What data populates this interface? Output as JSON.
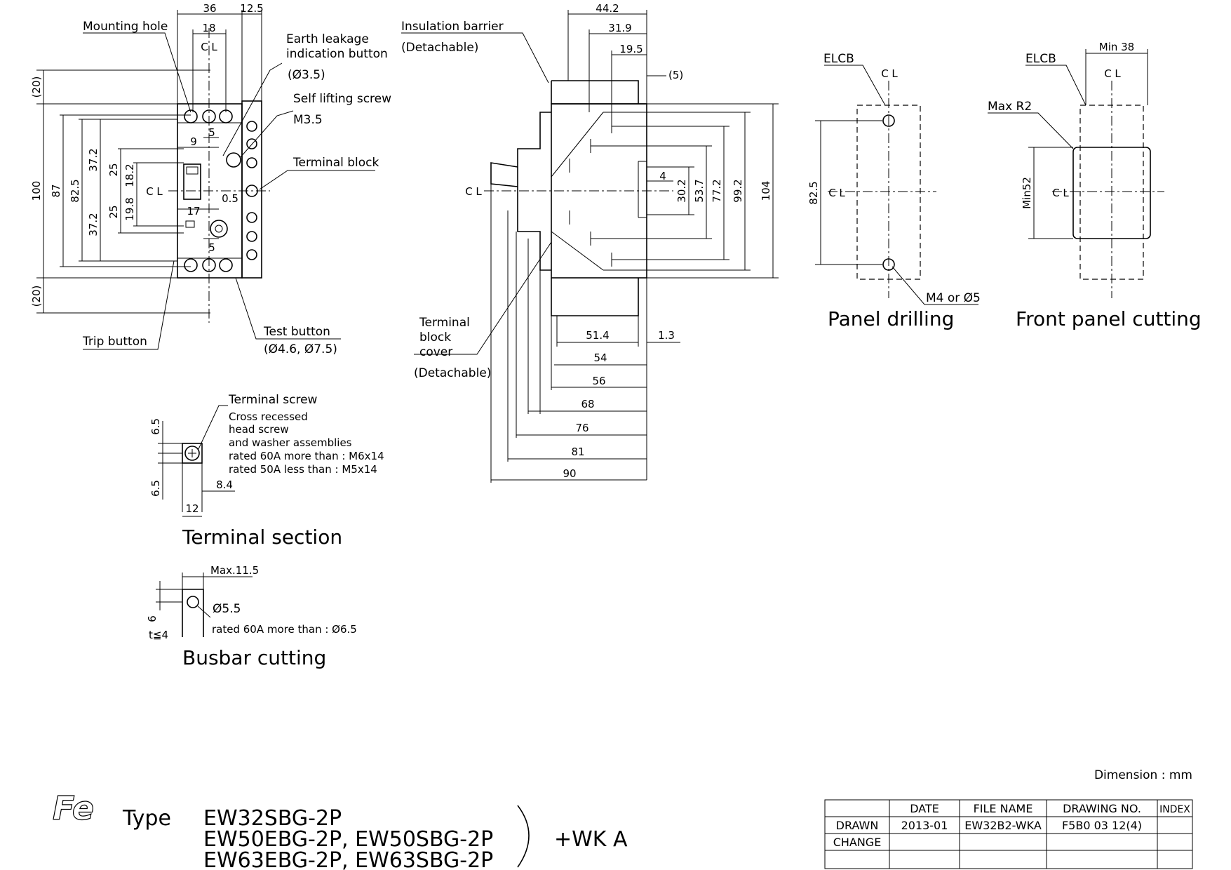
{
  "front_view": {
    "dims_top": [
      "36",
      "12.5",
      "18",
      "5",
      "9",
      "17",
      "0.5",
      "5"
    ],
    "dims_left": [
      "(20)",
      "100",
      "87",
      "82.5",
      "37.2",
      "25",
      "18.2",
      "19.8",
      "25",
      "37.2",
      "(20)"
    ],
    "cl": "C L",
    "labels": {
      "mounting_hole": "Mounting hole",
      "earth_leakage_1": "Earth leakage",
      "earth_leakage_2": "indication button",
      "earth_leakage_3": "(Ø3.5)",
      "self_lifting_1": "Self lifting screw",
      "self_lifting_2": "M3.5",
      "terminal_block": "Terminal block",
      "trip_button": "Trip button",
      "test_button_1": "Test button",
      "test_button_2": "(Ø4.6, Ø7.5)"
    }
  },
  "side_view": {
    "dims_top": [
      "44.2",
      "31.9",
      "19.5",
      "(5)"
    ],
    "dims_right": [
      "4",
      "30.2",
      "53.7",
      "77.2",
      "99.2",
      "104"
    ],
    "dims_bottom": [
      "51.4",
      "1.3",
      "54",
      "56",
      "68",
      "76",
      "81",
      "90"
    ],
    "cl": "C L",
    "labels": {
      "insulation_1": "Insulation barrier",
      "insulation_2": "(Detachable)",
      "tbc_1": "Terminal",
      "tbc_2": "block",
      "tbc_3": "cover",
      "tbc_4": "(Detachable)"
    }
  },
  "panel_drilling": {
    "elcb": "ELCB",
    "cl": "C L",
    "dim": "82.5",
    "hole": "M4 or Ø5",
    "title": "Panel drilling"
  },
  "front_panel_cutting": {
    "elcb": "ELCB",
    "cl": "C L",
    "min38": "Min 38",
    "maxr2": "Max R2",
    "min52": "Min52",
    "title": "Front panel cutting"
  },
  "terminal_section": {
    "screw_1": "Terminal screw",
    "screw_2": "Cross recessed",
    "screw_3": "head screw",
    "screw_4": "and washer assemblies",
    "screw_5": "rated 60A more than : M6x14",
    "screw_6": "rated 50A less than : M5x14",
    "dims": [
      "6.5",
      "6.5",
      "8.4",
      "12"
    ],
    "title": "Terminal section"
  },
  "busbar_cutting": {
    "maxw": "Max.11.5",
    "hole": "Ø5.5",
    "rated": "rated 60A more than : Ø6.5",
    "d6": "6",
    "t": "t≦4",
    "title": "Busbar cutting"
  },
  "dimension_note": "Dimension : mm",
  "type_block": {
    "logo": "Fe",
    "type_label": "Type",
    "line1": "EW32SBG-2P",
    "line2": "EW50EBG-2P, EW50SBG-2P",
    "line3": "EW63EBG-2P, EW63SBG-2P",
    "suffix": "+WK A"
  },
  "title_block": {
    "headers": [
      "DATE",
      "FILE NAME",
      "DRAWING NO.",
      "INDEX"
    ],
    "rows": [
      {
        "label": "DRAWN",
        "date": "2013-01",
        "file": "EW32B2-WKA",
        "drawing": "F5B0 03 12(4)",
        "index": ""
      },
      {
        "label": "CHANGE",
        "date": "",
        "file": "",
        "drawing": "",
        "index": ""
      }
    ]
  }
}
